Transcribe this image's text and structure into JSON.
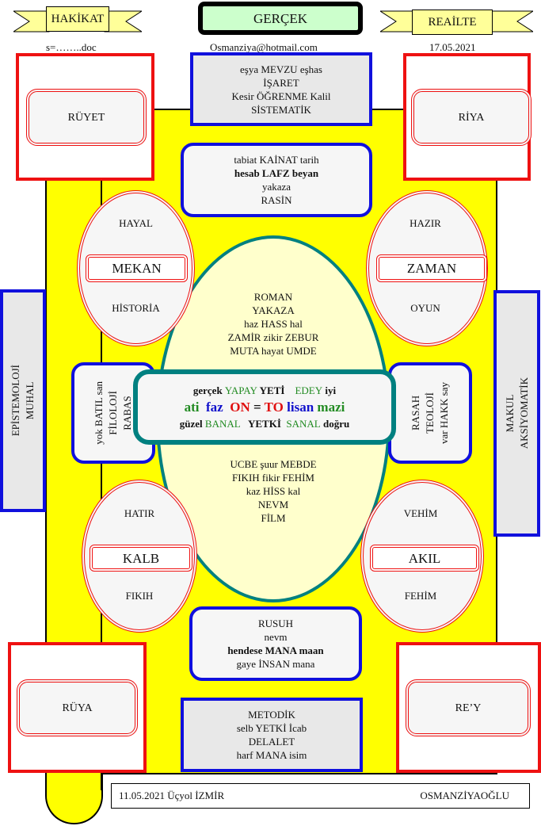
{
  "header": {
    "left_banner": "HAKİKAT",
    "title": "GERÇEK",
    "right_banner": "REAİLTE",
    "file": "s=……..doc",
    "email": "Osmanziya@hotmail.com",
    "date": "17.05.2021"
  },
  "corners": {
    "top_left": "RÜYET",
    "top_right": "RİYA",
    "bottom_left": "RÜYA",
    "bottom_right": "RE’Y"
  },
  "top_box": [
    "eşya MEVZU eşhas",
    "İŞARET",
    "Kesir ÖĞRENME Kalil",
    "SİSTEMATİK"
  ],
  "upper_box": [
    "tabiat  KAİNAT tarih",
    "hesab LAFZ beyan",
    "yakaza",
    "RASİN"
  ],
  "ellipse_tl": {
    "top": "HAYAL",
    "label": "MEKAN",
    "bottom": "HİSTORİA"
  },
  "ellipse_tr": {
    "top": "HAZIR",
    "label": "ZAMAN",
    "bottom": "OYUN"
  },
  "ellipse_bl": {
    "top": "HATIR",
    "label": "KALB",
    "bottom": "FIKIH"
  },
  "ellipse_br": {
    "top": "VEHİM",
    "label": "AKIL",
    "bottom": "FEHİM"
  },
  "oval_top": [
    "ROMAN",
    "YAKAZA",
    "haz HASS hal",
    "ZAMİR zikir  ZEBUR",
    "MUTA hayat  UMDE"
  ],
  "oval_bottom": [
    "UCBE  şuur MEBDE",
    "FIKIH fikir  FEHİM",
    "kaz HİSS kal",
    "NEVM",
    "FİLM"
  ],
  "center": {
    "line1": [
      "gerçek",
      "YAPAY",
      "YETİ",
      "EDEY",
      "iyi"
    ],
    "line2": [
      "ati",
      "faz",
      "ON",
      "=",
      "TO",
      "lisan",
      "mazi"
    ],
    "line3": [
      "güzel",
      "BANAL",
      "YETKİ",
      "SANAL",
      "doğru"
    ]
  },
  "left_small": [
    "yok BATIL san",
    "FİLOLOJİ",
    "RABAS"
  ],
  "right_small": [
    "RASAH",
    "TEOLOJİ",
    "var HAKK say"
  ],
  "left_side": [
    "EPİSTEMOLOJİ",
    "MUHAL"
  ],
  "right_side": [
    "MAKUL",
    "AKSİYOMATİK"
  ],
  "lower_box": [
    "RUSUH",
    "nevm",
    "hendese MANA maan",
    "gaye İNSAN mana"
  ],
  "bottom_box": [
    "METODİK",
    "selb YETKİ  İcab",
    "DELALET",
    "harf  MANA  isim"
  ],
  "footer": {
    "left": "11.05.2021  Üçyol İZMİR",
    "right": "OSMANZİYAOĞLU"
  },
  "colors": {
    "yellow": "#ffff00",
    "red": "#ee1111",
    "blue": "#1010dd",
    "teal": "#008080",
    "green": "#228b22"
  }
}
